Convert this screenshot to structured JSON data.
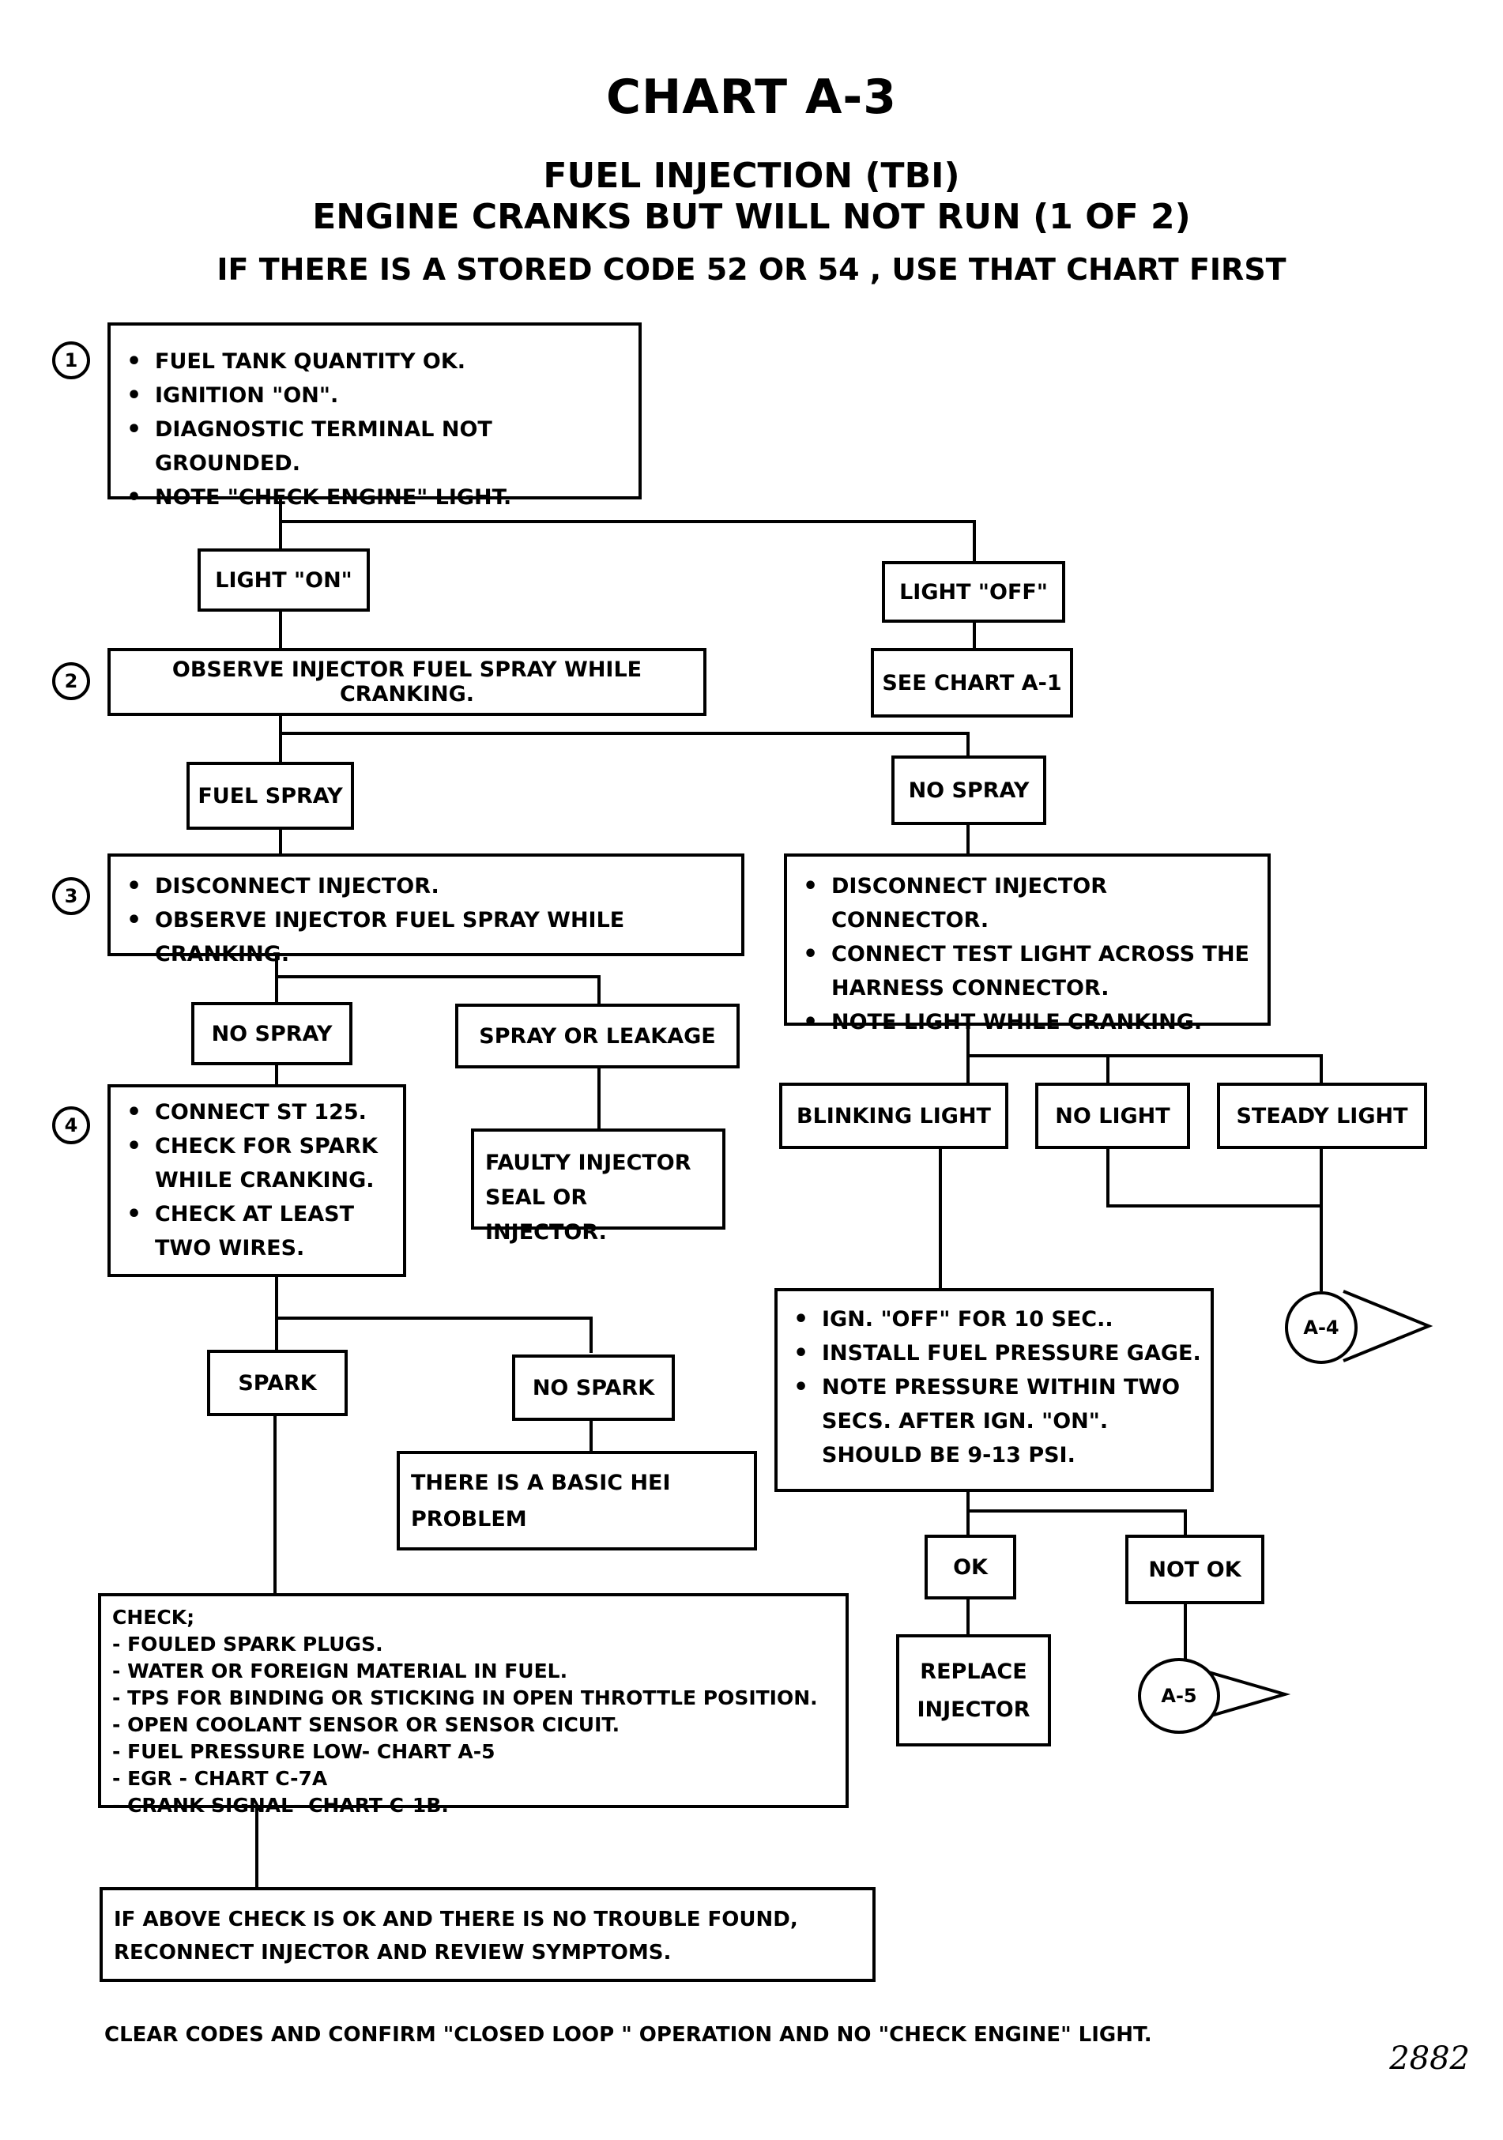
{
  "header": {
    "title": "CHART  A-3",
    "subtitle1": "FUEL INJECTION (TBI)",
    "subtitle2": "ENGINE CRANKS BUT WILL NOT RUN (1 OF 2)",
    "subtitle3": "IF THERE IS A STORED CODE 52 OR 54 , USE THAT CHART FIRST"
  },
  "steps": {
    "s1": "1",
    "s2": "2",
    "s3": "3",
    "s4": "4"
  },
  "box1": {
    "items": [
      "FUEL TANK QUANTITY OK.",
      "IGNITION \"ON\".",
      "DIAGNOSTIC TERMINAL NOT GROUNDED.",
      "NOTE \"CHECK ENGINE\" LIGHT."
    ]
  },
  "labels": {
    "light_on": "LIGHT \"ON\"",
    "light_off": "LIGHT \"OFF\"",
    "see_chart_a1": "SEE CHART A-1",
    "observe_spray": "OBSERVE INJECTOR FUEL SPRAY WHILE CRANKING.",
    "fuel_spray": "FUEL SPRAY",
    "no_spray_right": "NO  SPRAY",
    "no_spray_left": "NO SPRAY",
    "spray_or_leakage": "SPRAY OR LEAKAGE",
    "faulty_injector_1": "FAULTY INJECTOR",
    "faulty_injector_2": "SEAL OR INJECTOR.",
    "blinking_light": "BLINKING LIGHT",
    "no_light": "NO LIGHT",
    "steady_light": "STEADY LIGHT",
    "spark": "SPARK",
    "no_spark": "NO SPARK",
    "hei_1": "THERE IS A BASIC HEI",
    "hei_2": "PROBLEM",
    "ok": "OK",
    "not_ok": "NOT  OK",
    "replace_1": "REPLACE",
    "replace_2": "INJECTOR",
    "a4": "A-4",
    "a5": "A-5"
  },
  "box3": {
    "items": [
      "DISCONNECT INJECTOR.",
      "OBSERVE INJECTOR FUEL SPRAY WHILE CRANKING."
    ]
  },
  "box_right": {
    "items": [
      "DISCONNECT INJECTOR CONNECTOR.",
      "CONNECT TEST LIGHT ACROSS THE HARNESS CONNECTOR.",
      "NOTE LIGHT WHILE CRANKING."
    ]
  },
  "box4": {
    "items": [
      "CONNECT ST 125.",
      "CHECK FOR SPARK WHILE CRANKING.",
      "CHECK AT LEAST TWO WIRES."
    ]
  },
  "box_pressure": {
    "items": [
      "IGN. \"OFF\" FOR 10 SEC..",
      "INSTALL FUEL PRESSURE GAGE.",
      "NOTE PRESSURE WITHIN TWO SECS. AFTER IGN. \"ON\".  SHOULD BE 9-13 PSI."
    ]
  },
  "check_box": {
    "lines": [
      "CHECK;",
      "- FOULED SPARK PLUGS.",
      "- WATER OR FOREIGN MATERIAL IN FUEL.",
      "- TPS FOR BINDING OR STICKING IN OPEN THROTTLE  POSITION.",
      "- OPEN COOLANT  SENSOR OR SENSOR CICUIT.",
      "- FUEL PRESSURE LOW- CHART A-5",
      "- EGR - CHART C-7A",
      "- CRANK SIGNAL- CHART C-1B."
    ]
  },
  "final_box": {
    "lines": [
      "IF ABOVE CHECK IS OK AND THERE IS NO TROUBLE FOUND,",
      "RECONNECT INJECTOR AND REVIEW SYMPTOMS."
    ]
  },
  "footer": {
    "note": "CLEAR CODES AND CONFIRM \"CLOSED LOOP \" OPERATION AND NO \"CHECK ENGINE\" LIGHT.",
    "page_number": "2882"
  }
}
